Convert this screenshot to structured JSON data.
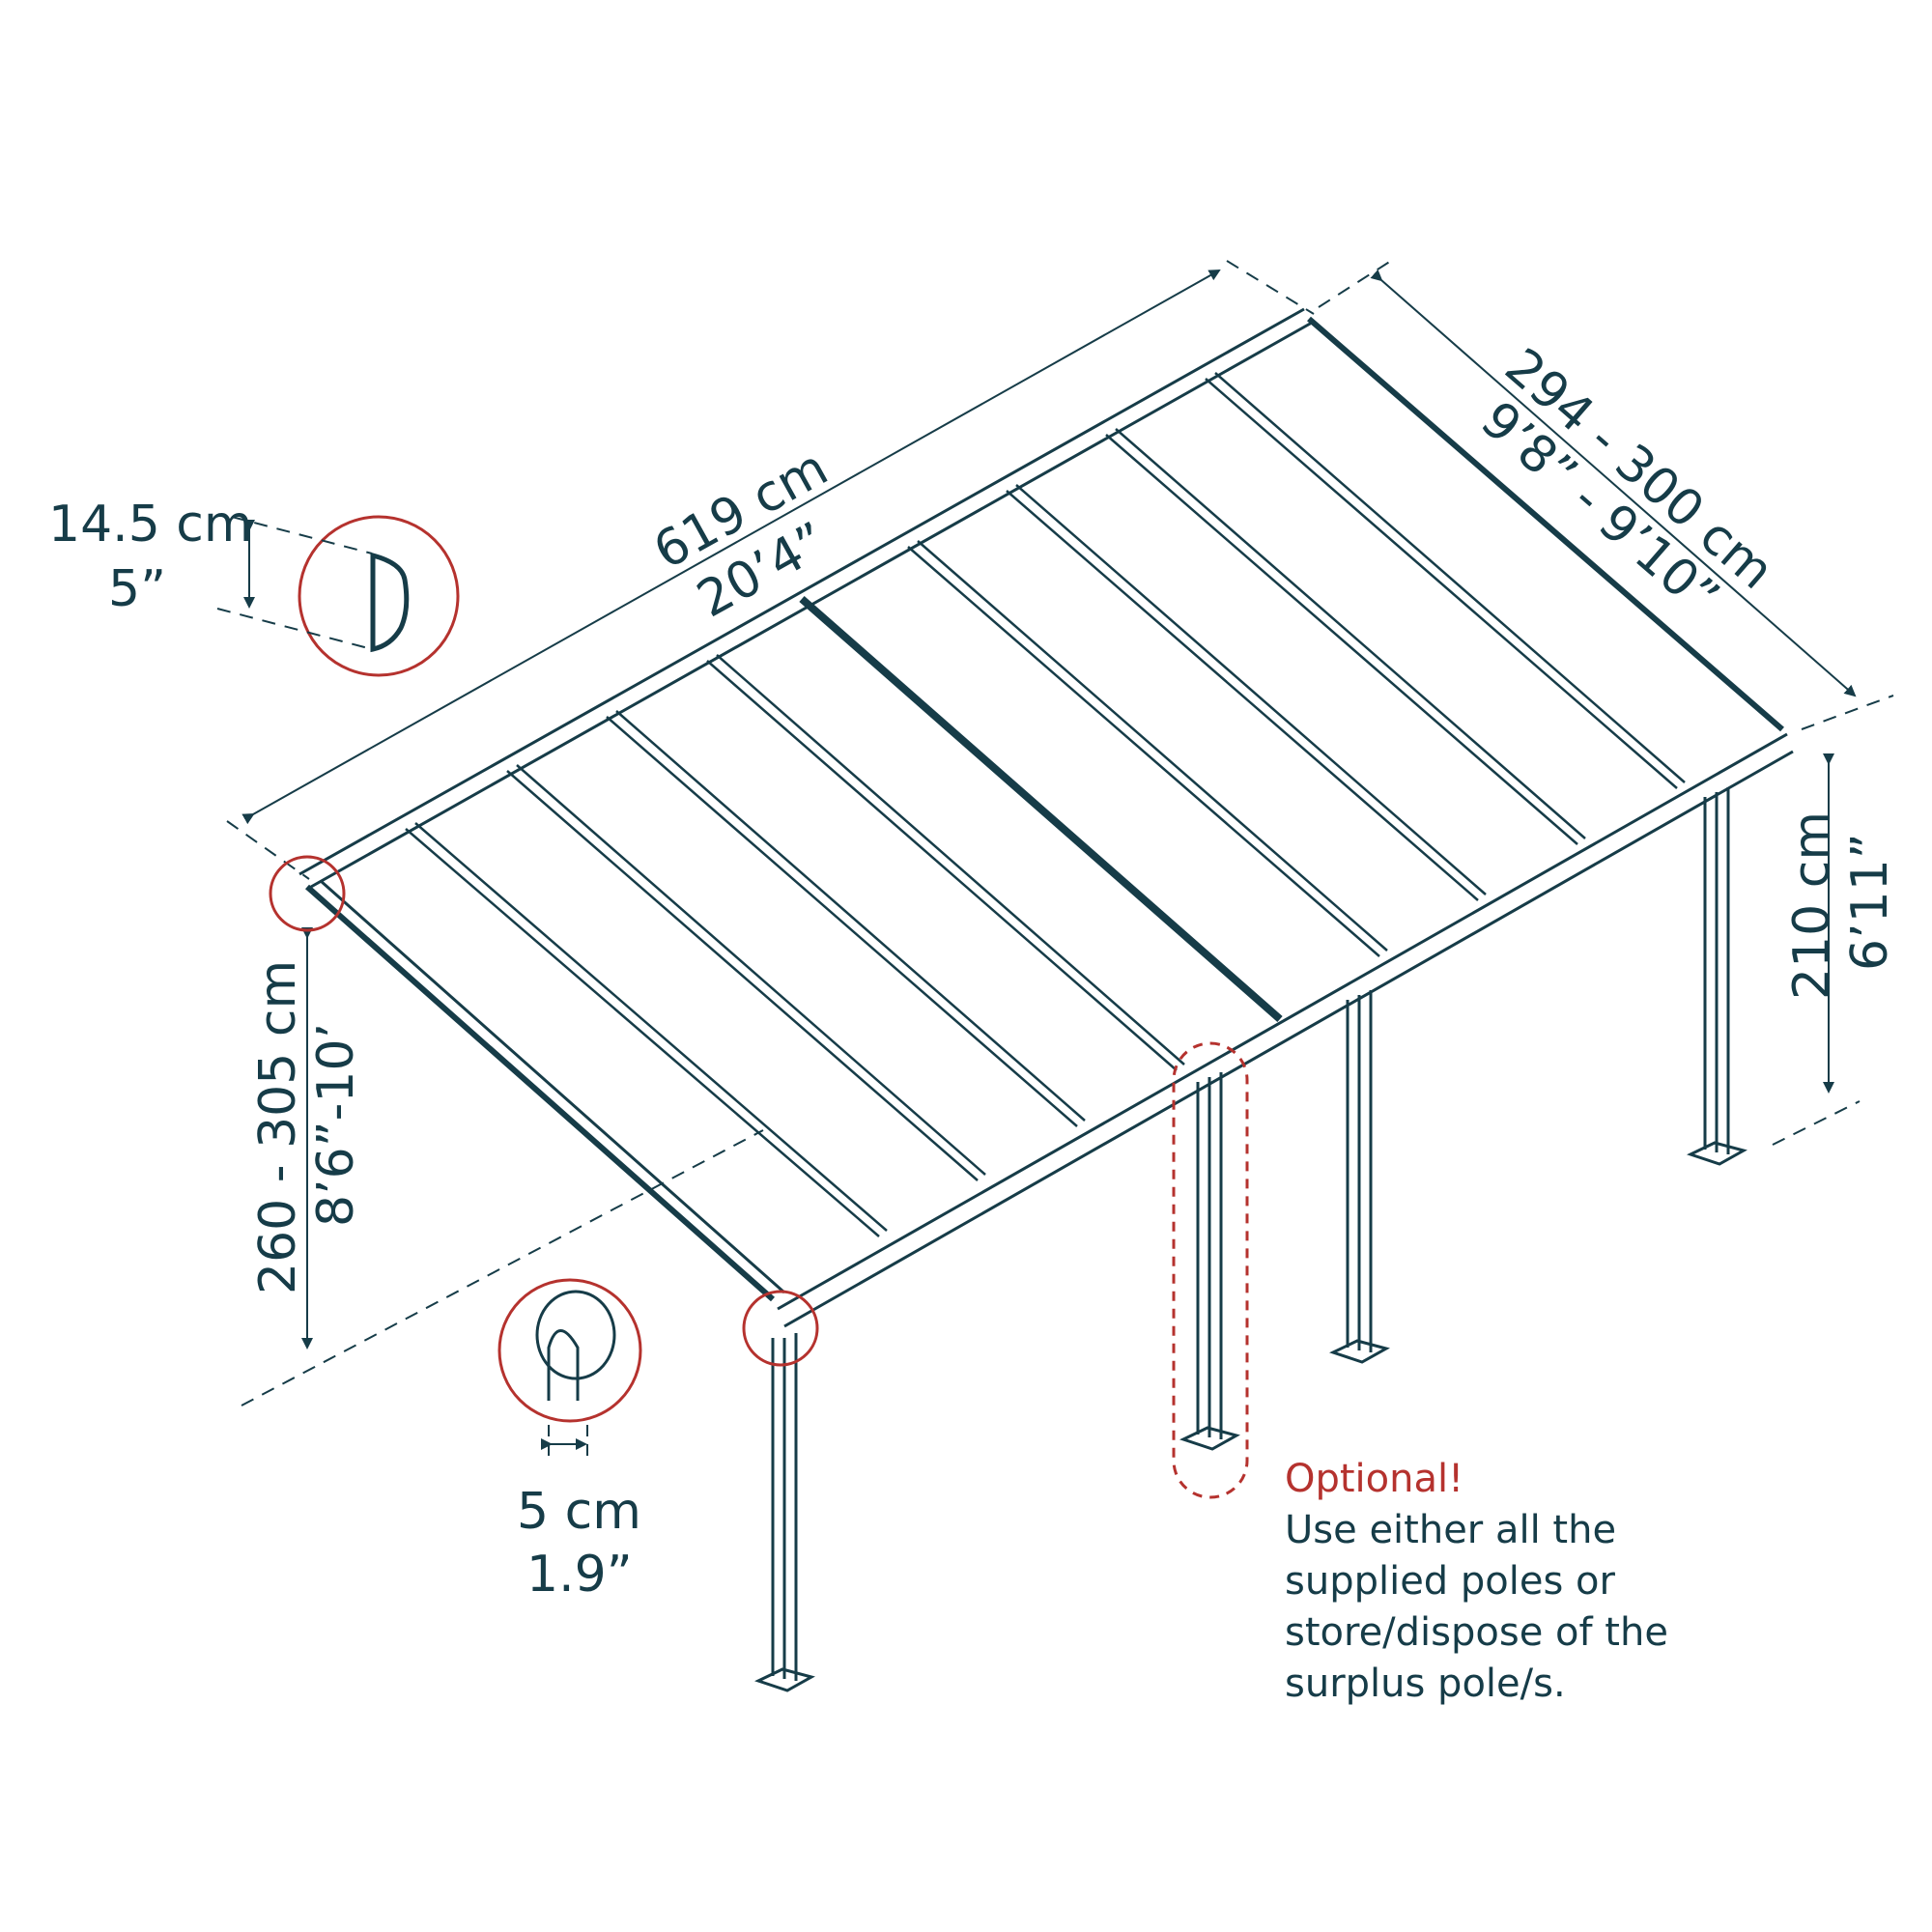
{
  "colors": {
    "ink": "#163c48",
    "accent": "#b5322e",
    "background": "#ffffff"
  },
  "dimensions": {
    "length": {
      "metric": "619 cm",
      "imperial": "20’4”"
    },
    "depth": {
      "metric": "294 - 300 cm",
      "imperial": "9’8” - 9’10”"
    },
    "front_height": {
      "metric": "210 cm",
      "imperial": "6’11”"
    },
    "wall_height": {
      "metric": "260 - 305 cm",
      "imperial": "8’6”-10’"
    },
    "wall_bracket": {
      "metric": "14.5 cm",
      "imperial": "5”"
    },
    "pole_width": {
      "metric": "5 cm",
      "imperial": "1.9”"
    }
  },
  "note": {
    "title": "Optional!",
    "lines": [
      "Use either all the",
      "supplied poles or",
      "store/dispose of the",
      "surplus pole/s."
    ]
  },
  "icons": [
    "wall-bracket-detail-icon",
    "pole-connector-detail-icon",
    "optional-pole-highlight"
  ]
}
